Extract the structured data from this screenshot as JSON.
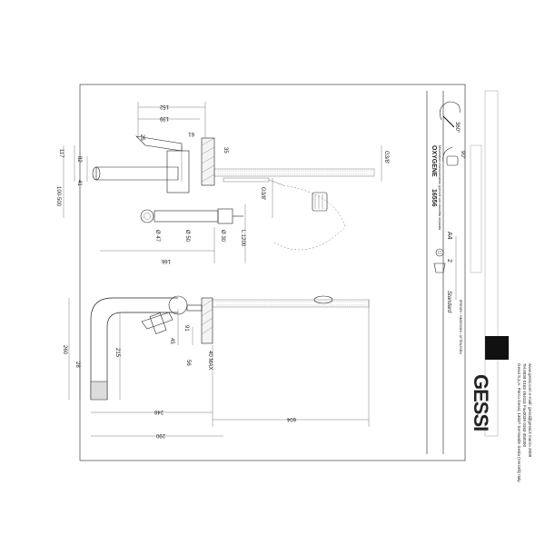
{
  "title_block": {
    "model_name": "OXYGENE",
    "model_code": "16556",
    "description": "Miscelatore monocomando girevole con doccetta separata",
    "format": "A4",
    "sheet": "2",
    "standard": "Standard",
    "company": "Gessi S.p.A. Parco Gessi, 13037 Serravalle Sesia (Vercelli) Italy",
    "contacts": "Tel.0039 0163 454111  Fax0039 0163 459200",
    "web": "www.gessi.com  e-mail: gessi@gessi.it  marzo 2009",
    "copyright": "ERRORI / OMISSIONI / ATTENZIONI",
    "logo_text": "GESSI"
  },
  "rotation_labels": {
    "rot_360": "360°",
    "rot_90": "90°"
  },
  "top_view_dims": {
    "d152": "152",
    "d139": "139",
    "d61": "61",
    "d25": "25",
    "d35": "35",
    "d117": "117",
    "d82": "82",
    "d41": "41",
    "d100_500": "100-500",
    "thread_g38a": "G3/8'",
    "thread_g38b": "G3/8'",
    "d47": "Ø 47",
    "d50": "Ø 50",
    "d30": "Ø 30",
    "l1200": "L 1200",
    "d166": "166"
  },
  "side_view_dims": {
    "d260": "260",
    "d215": "215",
    "d28": "28",
    "d45": "45",
    "d91": "91",
    "d56": "56",
    "max40": "40 MAX",
    "d248": "248",
    "d290": "290",
    "d604": "604"
  }
}
